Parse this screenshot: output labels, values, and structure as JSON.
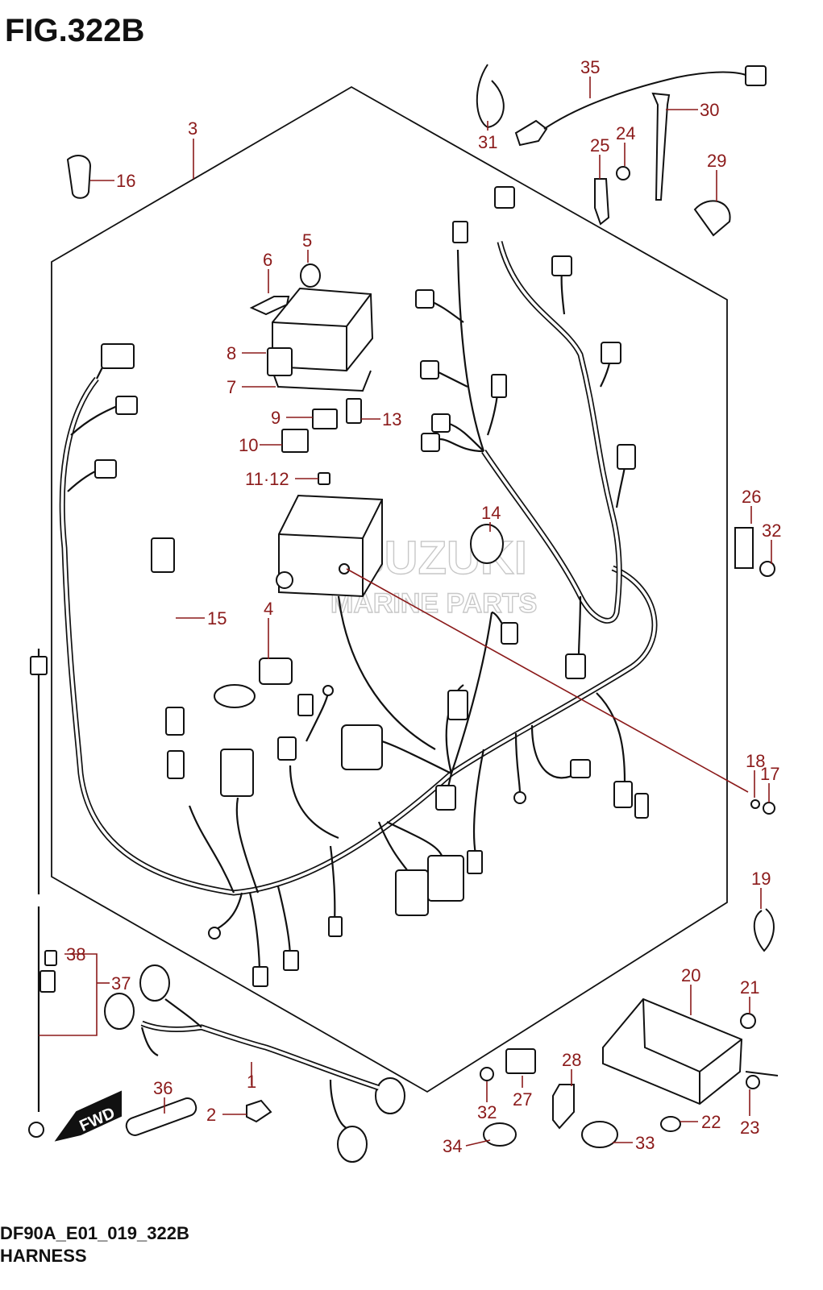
{
  "figure": {
    "title": "FIG.322B",
    "model_code": "DF90A_E01_019_322B",
    "caption": "HARNESS"
  },
  "watermark": {
    "line1": "SUZUKI",
    "line2": "MARINE PARTS"
  },
  "fwd_label": "FWD",
  "callouts": [
    {
      "id": "c1",
      "label": "1"
    },
    {
      "id": "c2",
      "label": "2"
    },
    {
      "id": "c3",
      "label": "3"
    },
    {
      "id": "c4",
      "label": "4"
    },
    {
      "id": "c5",
      "label": "5"
    },
    {
      "id": "c6",
      "label": "6"
    },
    {
      "id": "c7",
      "label": "7"
    },
    {
      "id": "c8",
      "label": "8"
    },
    {
      "id": "c9",
      "label": "9"
    },
    {
      "id": "c10",
      "label": "10"
    },
    {
      "id": "c11",
      "label": "11·12"
    },
    {
      "id": "c13",
      "label": "13"
    },
    {
      "id": "c14",
      "label": "14"
    },
    {
      "id": "c15",
      "label": "15"
    },
    {
      "id": "c16",
      "label": "16"
    },
    {
      "id": "c17",
      "label": "17"
    },
    {
      "id": "c18",
      "label": "18"
    },
    {
      "id": "c19",
      "label": "19"
    },
    {
      "id": "c20",
      "label": "20"
    },
    {
      "id": "c21",
      "label": "21"
    },
    {
      "id": "c22",
      "label": "22"
    },
    {
      "id": "c23",
      "label": "23"
    },
    {
      "id": "c24",
      "label": "24"
    },
    {
      "id": "c25",
      "label": "25"
    },
    {
      "id": "c26",
      "label": "26"
    },
    {
      "id": "c27",
      "label": "27"
    },
    {
      "id": "c28",
      "label": "28"
    },
    {
      "id": "c29",
      "label": "29"
    },
    {
      "id": "c30",
      "label": "30"
    },
    {
      "id": "c31",
      "label": "31"
    },
    {
      "id": "c32a",
      "label": "32"
    },
    {
      "id": "c32b",
      "label": "32"
    },
    {
      "id": "c33",
      "label": "33"
    },
    {
      "id": "c34",
      "label": "34"
    },
    {
      "id": "c35",
      "label": "35"
    },
    {
      "id": "c36",
      "label": "36"
    },
    {
      "id": "c37",
      "label": "37"
    },
    {
      "id": "c38",
      "label": "38"
    }
  ]
}
